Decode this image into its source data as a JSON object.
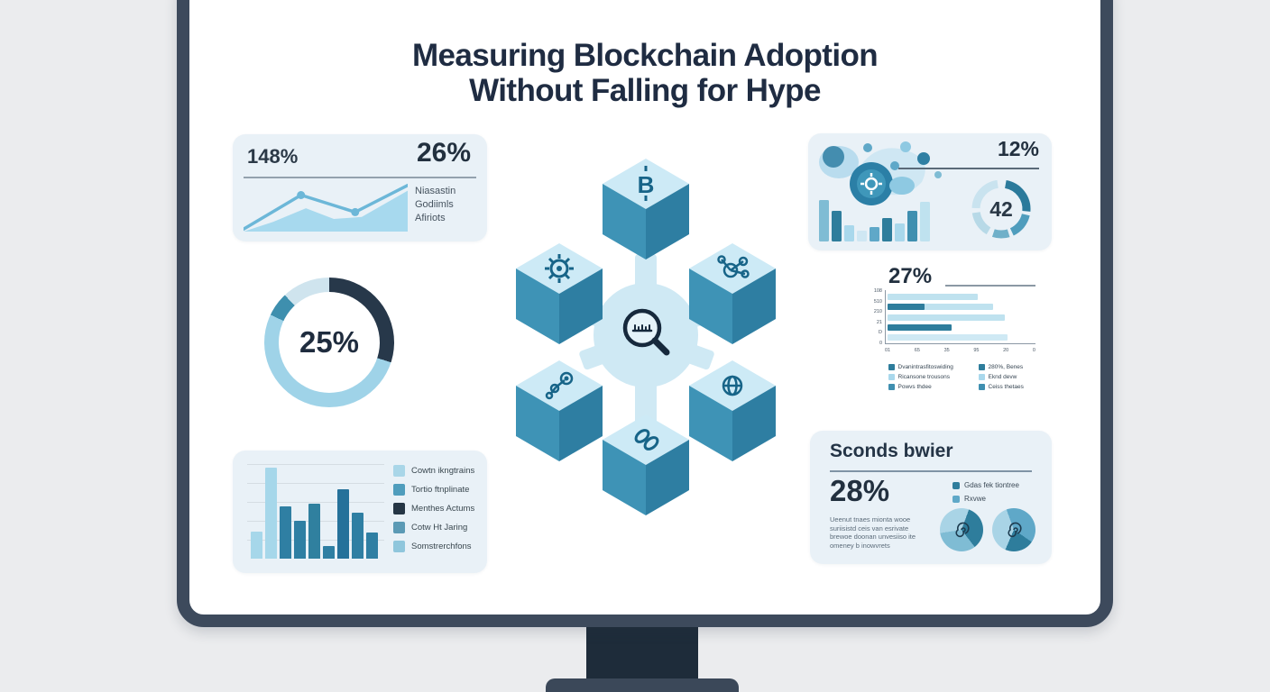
{
  "title": {
    "line1": "Measuring Blockchain Adoption",
    "line2": "Without Falling for Hype"
  },
  "palette": {
    "navy": "#243447",
    "teal": "#2e7d9c",
    "light_blue": "#a9d8ec",
    "card_bg": "#e9f1f7",
    "frame": "#3d4a5c",
    "hub": "#cfe9f4"
  },
  "trend_card": {
    "stat_left": "148%",
    "stat_right": "26%",
    "caption_lines": [
      "Niasastin",
      "Godiimls",
      "Afiriots"
    ]
  },
  "donut_card": {
    "value": "25%"
  },
  "bar_card": {
    "legend": [
      {
        "label": "Cowtn ikngtrains",
        "color": "#a9d6e8"
      },
      {
        "label": "Tortio ftnplinate",
        "color": "#4f9dbd"
      },
      {
        "label": "Menthes Actums",
        "color": "#253645"
      },
      {
        "label": "Cotw Ht Jaring",
        "color": "#5b9ab5"
      },
      {
        "label": "Somstrerchfons",
        "color": "#8fc6dc"
      }
    ]
  },
  "map_card": {
    "stat": "12%",
    "gauge_value": "42"
  },
  "hbar_block": {
    "stat": "27%",
    "y_ticks": [
      "108",
      "510",
      "210",
      "21",
      "D",
      "0"
    ],
    "x_ticks": [
      "01",
      "65",
      "35",
      "95",
      "20",
      "0"
    ],
    "legend_left": [
      {
        "label": "Dvanintrasfitoswiding",
        "color": "#2e7d9c"
      },
      {
        "label": "Ricansone trousons",
        "color": "#a9d8ec"
      },
      {
        "label": "Powvs thdee",
        "color": "#3f8fb0"
      }
    ],
    "legend_right": [
      {
        "label": "280%, Benes",
        "color": "#2e7d9c"
      },
      {
        "label": "Eknd devw",
        "color": "#a9d8ec"
      },
      {
        "label": "Ceiss thetaes",
        "color": "#3f8fb0"
      }
    ]
  },
  "summary_card": {
    "title": "Sconds bwier",
    "stat": "28%",
    "legend": [
      {
        "label": "Gdas fek tiontree",
        "color": "#2e7d9c"
      },
      {
        "label": "Rxvwe",
        "color": "#5fa8c8"
      }
    ],
    "paragraph_lines": [
      "Ueenut tnaes mionta wooe",
      "suriisistd ceis van esrivate",
      "brewoe doonan unvesiiso ite",
      "omeney b inowvrets"
    ]
  },
  "chart_data": [
    {
      "id": "trend-area",
      "type": "area",
      "title": "148% / 26% trend mini chart",
      "line_points": [
        [
          0,
          95
        ],
        [
          35,
          25
        ],
        [
          68,
          60
        ],
        [
          100,
          5
        ]
      ],
      "dot_indices": [
        1,
        2
      ],
      "area_points": [
        [
          0,
          100
        ],
        [
          18,
          80
        ],
        [
          38,
          52
        ],
        [
          55,
          74
        ],
        [
          72,
          70
        ],
        [
          100,
          16
        ]
      ],
      "line_color": "#6cb7d8",
      "fill_color": "#a7d9ee"
    },
    {
      "id": "donut-25",
      "type": "pie",
      "label": "25%",
      "start_deg": 0,
      "segments": [
        {
          "value": 30,
          "color": "#27384a"
        },
        {
          "value": 52,
          "color": "#9fd3e8"
        },
        {
          "value": 6,
          "color": "#3e8fae"
        },
        {
          "value": 12,
          "color": "#cfe4ee"
        }
      ]
    },
    {
      "id": "bars-left",
      "type": "bar",
      "ylim": [
        0,
        100
      ],
      "values": [
        28,
        95,
        55,
        40,
        58,
        13,
        73,
        48,
        27
      ],
      "colors": [
        "#a6d7ea",
        "#a6d7ea",
        "#2f7fa3",
        "#2f7fa3",
        "#30809f",
        "#2f7fa3",
        "#25719a",
        "#2f7fa3",
        "#2f7fa3"
      ]
    },
    {
      "id": "map-bars",
      "type": "bar",
      "ylim": [
        0,
        100
      ],
      "values": [
        95,
        70,
        38,
        25,
        34,
        54,
        42,
        70,
        92
      ],
      "colors": [
        "#7fbcd4",
        "#2e7d9c",
        "#a9d8ec",
        "#cfe7f3",
        "#5fa8c8",
        "#2e7d9c",
        "#a9d8ec",
        "#3f8fb0",
        "#bfe2ef"
      ]
    },
    {
      "id": "gauge-42",
      "type": "pie",
      "label": "42",
      "segments_deg": [
        {
          "from": 10,
          "to": 95,
          "color": "#2b7a9b"
        },
        {
          "from": 103,
          "to": 155,
          "color": "#4f9dbd"
        },
        {
          "from": 163,
          "to": 198,
          "color": "#6fb0c9"
        },
        {
          "from": 210,
          "to": 262,
          "color": "#b7d9e7"
        },
        {
          "from": 272,
          "to": 352,
          "color": "#c9e3ef"
        }
      ]
    },
    {
      "id": "hbar-27",
      "type": "bar",
      "orientation": "horizontal",
      "xlim": [
        0,
        100
      ],
      "rows": [
        {
          "value": 62,
          "color": "#bfe2ef"
        },
        {
          "value": 72,
          "color": "#bfe2ef",
          "overlay": 25,
          "overlay_color": "#2e7d9c"
        },
        {
          "value": 80,
          "color": "#bfe2ef"
        },
        {
          "value": 44,
          "color": "#2e7d9c"
        },
        {
          "value": 82,
          "color": "#cfe9f4"
        }
      ]
    },
    {
      "id": "pie-a",
      "type": "pie",
      "start_deg": 20,
      "segments": [
        {
          "value": 34,
          "color": "#2e7d9c"
        },
        {
          "value": 33,
          "color": "#7fbcd4"
        },
        {
          "value": 33,
          "color": "#a9d4e6"
        }
      ]
    },
    {
      "id": "pie-b",
      "type": "pie",
      "start_deg": 340,
      "segments": [
        {
          "value": 40,
          "color": "#5fa8c8"
        },
        {
          "value": 22,
          "color": "#2e7d9c"
        },
        {
          "value": 38,
          "color": "#a9d4e6"
        }
      ]
    }
  ]
}
